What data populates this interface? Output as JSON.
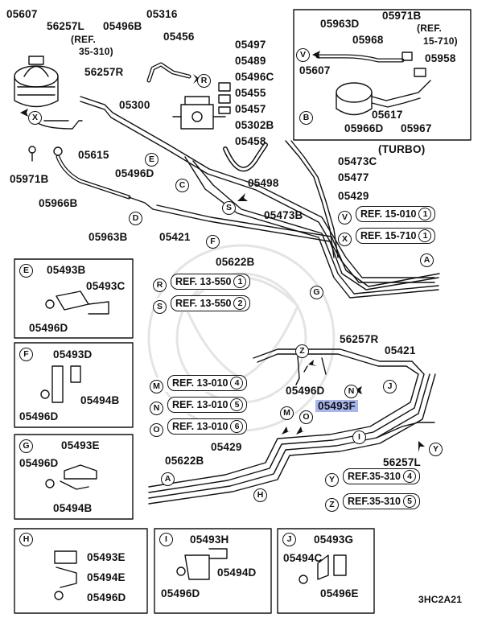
{
  "diagram_code": "3HC2A21",
  "turbo_label": "(TURBO)",
  "parts": {
    "p05607_a": "05607",
    "p56257L_a": "56257L",
    "p05496B": "05496B",
    "p05316": "05316",
    "p05456": "05456",
    "p05497": "05497",
    "ref35310_a": "(REF.",
    "ref35310_b": "35-310)",
    "p05489": "05489",
    "p56257R_a": "56257R",
    "p05496C": "05496C",
    "p05455": "05455",
    "p05300": "05300",
    "p05457": "05457",
    "p05302B": "05302B",
    "p05458": "05458",
    "p05615": "05615",
    "p05971B_a": "05971B",
    "p05966B": "05966B",
    "p05496D_a": "05496D",
    "p05498": "05498",
    "p05963B": "05963B",
    "p05421_a": "05421",
    "p05473B": "05473B",
    "p05622B_a": "05622B",
    "p05473C": "05473C",
    "p05477": "05477",
    "p05429_a": "05429",
    "p05963D": "05963D",
    "p05971B_b": "05971B",
    "ref15710_a": "(REF.",
    "ref15710_b": "15-710)",
    "p05968": "05968",
    "p05958": "05958",
    "p05607_b": "05607",
    "p05617": "05617",
    "p05966D": "05966D",
    "p05967": "05967",
    "p56257R_b": "56257R",
    "p05421_b": "05421",
    "p05496D_b": "05496D",
    "p05493F": "05493F",
    "p56257L_b": "56257L",
    "p05429_b": "05429",
    "p05622B_b": "05622B"
  },
  "refs": [
    {
      "letter": "V",
      "text": "REF. 15-010",
      "num": "1"
    },
    {
      "letter": "X",
      "text": "REF. 15-710",
      "num": "1"
    },
    {
      "letter": "R",
      "text": "REF. 13-550",
      "num": "1"
    },
    {
      "letter": "S",
      "text": "REF. 13-550",
      "num": "2"
    },
    {
      "letter": "M",
      "text": "REF. 13-010",
      "num": "4"
    },
    {
      "letter": "N",
      "text": "REF. 13-010",
      "num": "5"
    },
    {
      "letter": "O",
      "text": "REF. 13-010",
      "num": "6"
    },
    {
      "letter": "Y",
      "text": "REF.35-310",
      "num": "4"
    },
    {
      "letter": "Z",
      "text": "REF.35-310",
      "num": "5"
    }
  ],
  "detail_boxes": {
    "E": {
      "letter": "E",
      "a": "05493B",
      "b": "05493C",
      "c": "05496D"
    },
    "F": {
      "letter": "F",
      "a": "05493D",
      "b": "05494B",
      "c": "05496D"
    },
    "G": {
      "letter": "G",
      "a": "05493E",
      "b": "05496D",
      "c": "05494B"
    },
    "H": {
      "letter": "H",
      "a": "05493E",
      "b": "05494E",
      "c": "05496D"
    },
    "I": {
      "letter": "I",
      "a": "05493H",
      "b": "05494D",
      "c": "05496D"
    },
    "J": {
      "letter": "J",
      "a": "05493G",
      "b": "05494C",
      "c": "05496E"
    }
  },
  "callouts": {
    "X": "X",
    "V": "V",
    "R": "R",
    "E": "E",
    "C": "C",
    "B": "B",
    "D": "D",
    "S": "S",
    "F": "F",
    "A_top": "A",
    "G": "G",
    "Z": "Z",
    "N": "N",
    "J": "J",
    "M": "M",
    "O": "O",
    "I": "I",
    "Y": "Y",
    "A_bot": "A",
    "H": "H"
  }
}
